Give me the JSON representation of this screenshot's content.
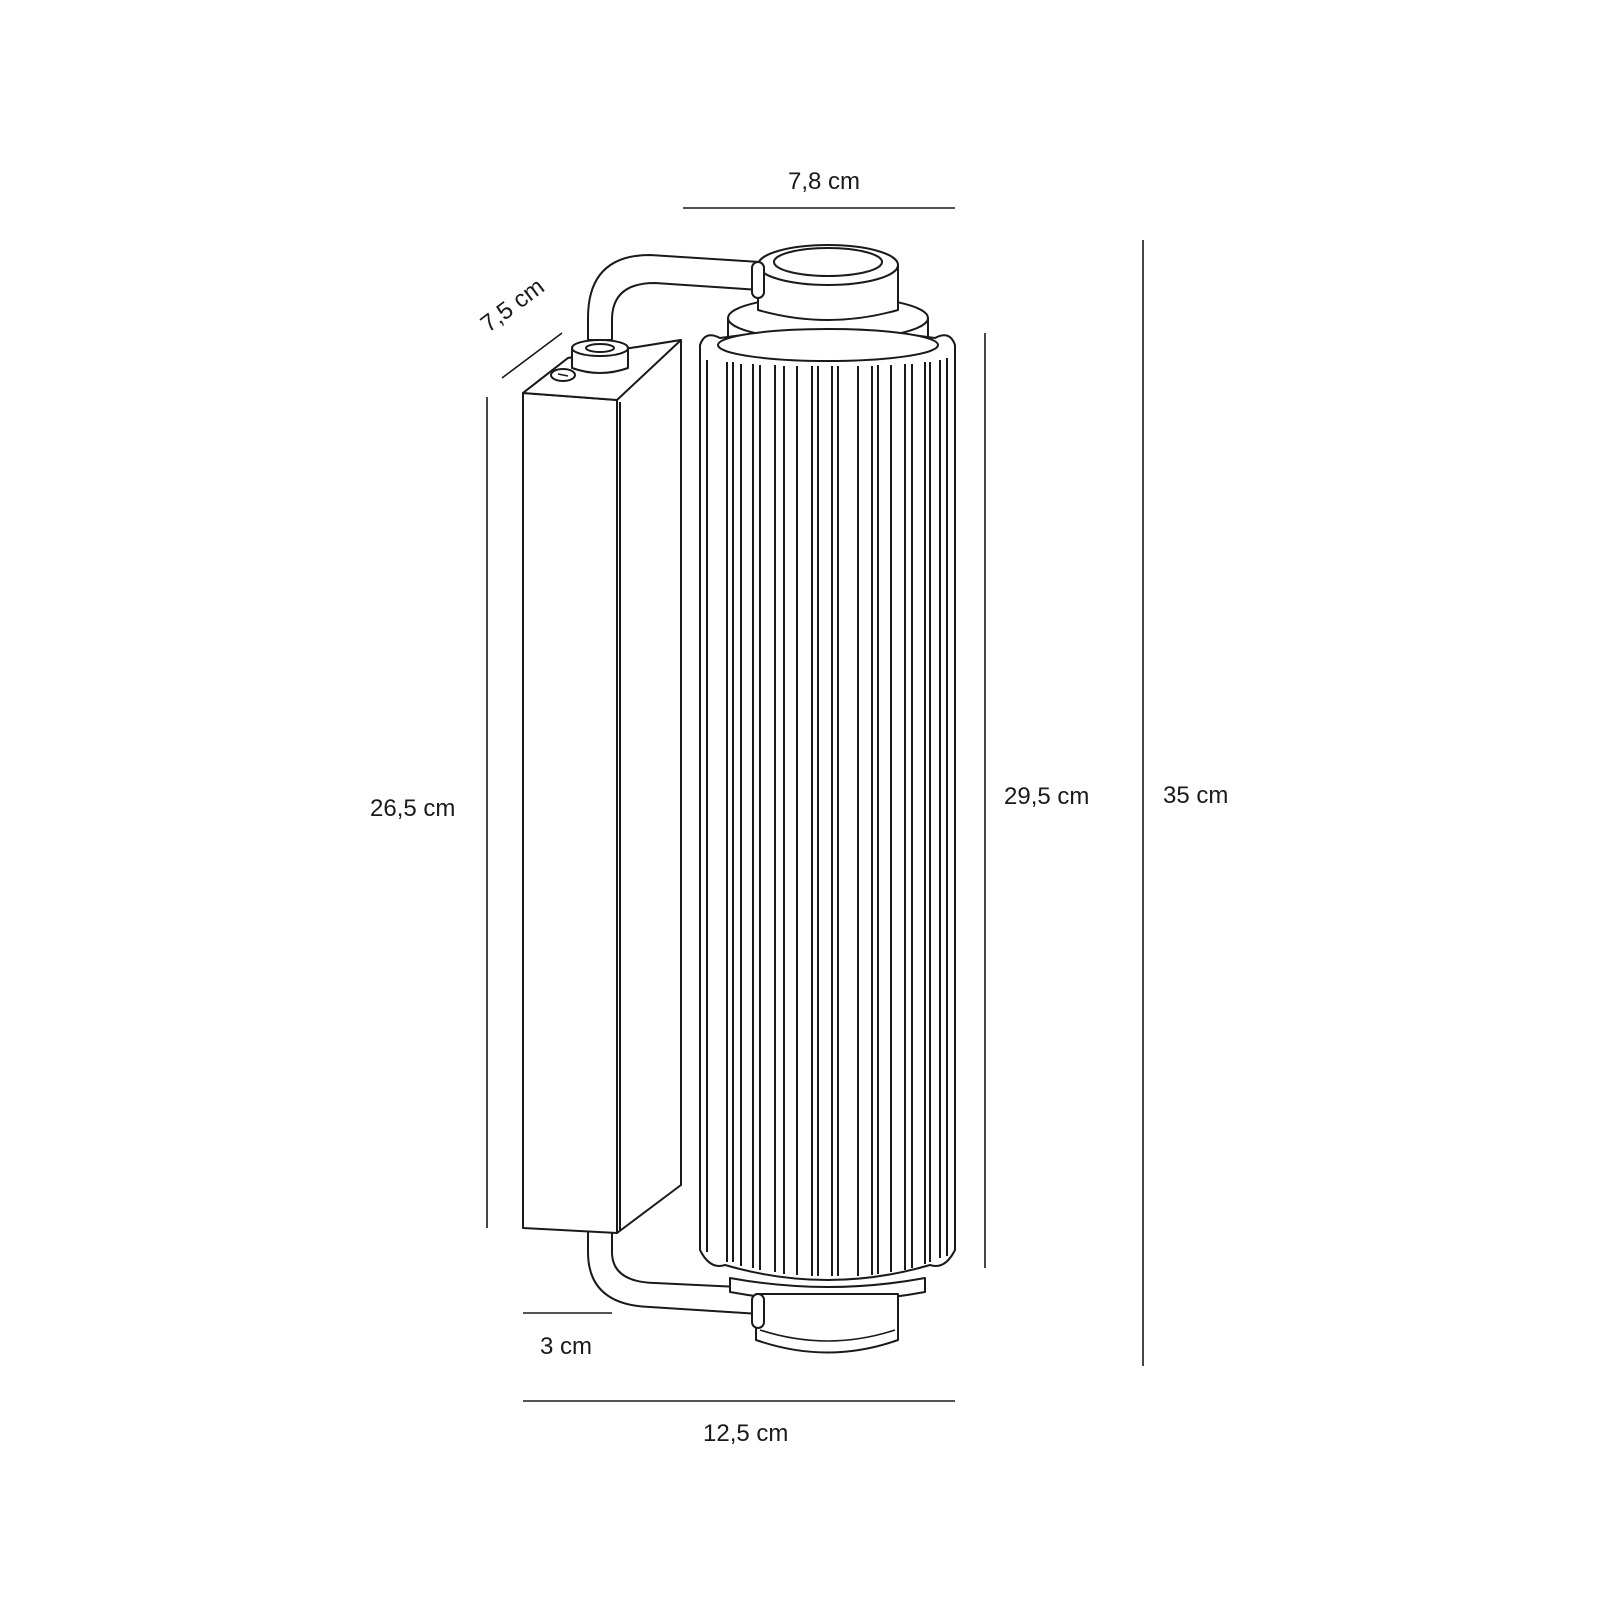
{
  "diagram": {
    "subject": "Wall lamp with fluted cylindrical shade and rectangular wall mount",
    "line_color": "#1a1a1a",
    "background": "#ffffff",
    "dimensions": {
      "shade_diameter": "7,8 cm",
      "mount_depth": "7,5 cm",
      "mount_height": "26,5 cm",
      "shade_height": "29,5 cm",
      "total_height": "35 cm",
      "mount_width": "3 cm",
      "total_depth": "12,5 cm"
    }
  }
}
